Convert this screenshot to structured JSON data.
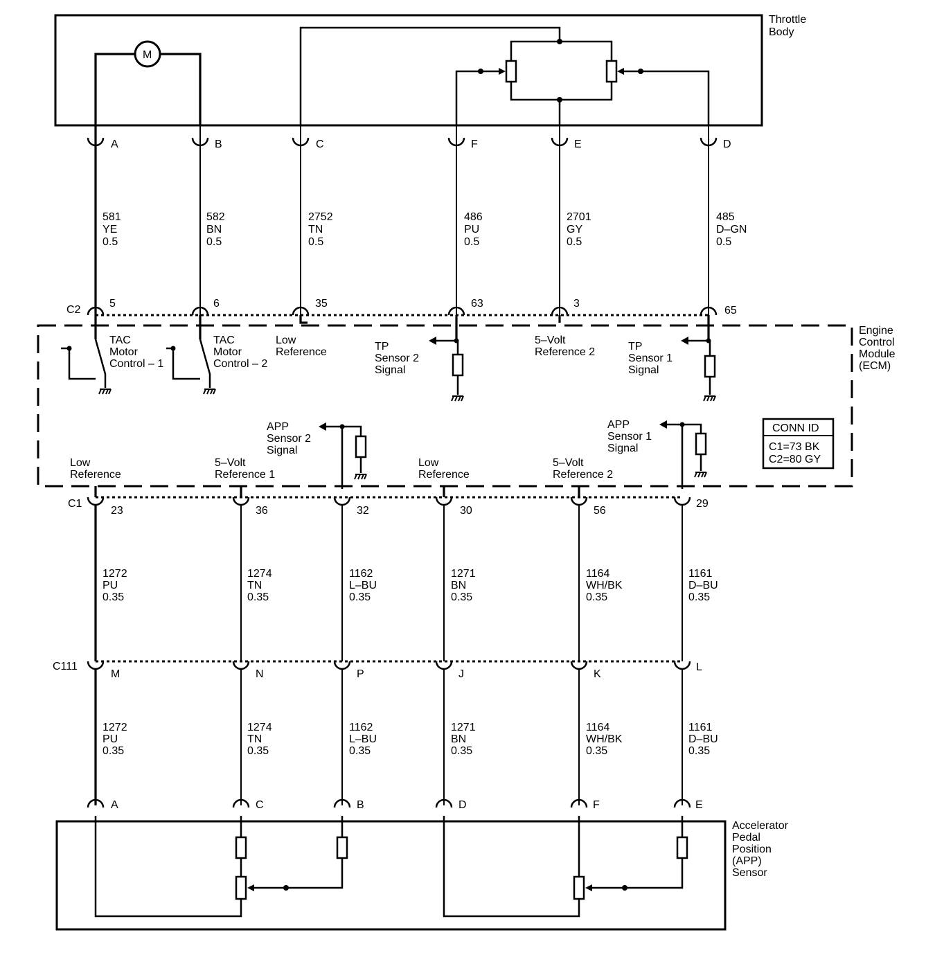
{
  "components": {
    "throttle_body": [
      "Throttle",
      "Body"
    ],
    "ecm": [
      "Engine",
      "Control",
      "Module",
      "(ECM)"
    ],
    "app_sensor": [
      "Accelerator",
      "Pedal",
      "Position",
      "(APP)",
      "Sensor"
    ],
    "motor_symbol": "M"
  },
  "connectors": {
    "c2": "C2",
    "c1": "C1",
    "c111": "C111"
  },
  "throttle_pins": [
    "A",
    "B",
    "C",
    "F",
    "E",
    "D"
  ],
  "upper_wires": [
    {
      "circuit": "581",
      "color": "YE",
      "gauge": "0.5"
    },
    {
      "circuit": "582",
      "color": "BN",
      "gauge": "0.5"
    },
    {
      "circuit": "2752",
      "color": "TN",
      "gauge": "0.5"
    },
    {
      "circuit": "486",
      "color": "PU",
      "gauge": "0.5"
    },
    {
      "circuit": "2701",
      "color": "GY",
      "gauge": "0.5"
    },
    {
      "circuit": "485",
      "color": "D–GN",
      "gauge": "0.5"
    }
  ],
  "c2_pins": [
    "5",
    "6",
    "35",
    "63",
    "3",
    "65"
  ],
  "ecm_upper_labels": {
    "tac1": [
      "TAC",
      "Motor",
      "Control – 1"
    ],
    "tac2": [
      "TAC",
      "Motor",
      "Control – 2"
    ],
    "low_ref": [
      "Low",
      "Reference"
    ],
    "tp2": [
      "TP",
      "Sensor 2",
      "Signal"
    ],
    "ref2": [
      "5–Volt",
      "Reference 2"
    ],
    "tp1": [
      "TP",
      "Sensor 1",
      "Signal"
    ]
  },
  "ecm_lower_labels": {
    "low_ref_a": [
      "Low",
      "Reference"
    ],
    "ref1": [
      "5–Volt",
      "Reference 1"
    ],
    "app2": [
      "APP",
      "Sensor 2",
      "Signal"
    ],
    "low_ref_b": [
      "Low",
      "Reference"
    ],
    "ref2": [
      "5–Volt",
      "Reference 2"
    ],
    "app1": [
      "APP",
      "Sensor 1",
      "Signal"
    ]
  },
  "conn_id": {
    "title": "CONN ID",
    "lines": [
      "C1=73 BK",
      "C2=80 GY"
    ]
  },
  "c1_pins": [
    "23",
    "36",
    "32",
    "30",
    "56",
    "29"
  ],
  "middle_wires": [
    {
      "circuit": "1272",
      "color": "PU",
      "gauge": "0.35"
    },
    {
      "circuit": "1274",
      "color": "TN",
      "gauge": "0.35"
    },
    {
      "circuit": "1162",
      "color": "L–BU",
      "gauge": "0.35"
    },
    {
      "circuit": "1271",
      "color": "BN",
      "gauge": "0.35"
    },
    {
      "circuit": "1164",
      "color": "WH/BK",
      "gauge": "0.35"
    },
    {
      "circuit": "1161",
      "color": "D–BU",
      "gauge": "0.35"
    }
  ],
  "c111_pins": [
    "M",
    "N",
    "P",
    "J",
    "K",
    "L"
  ],
  "lower_wires": [
    {
      "circuit": "1272",
      "color": "PU",
      "gauge": "0.35"
    },
    {
      "circuit": "1274",
      "color": "TN",
      "gauge": "0.35"
    },
    {
      "circuit": "1162",
      "color": "L–BU",
      "gauge": "0.35"
    },
    {
      "circuit": "1271",
      "color": "BN",
      "gauge": "0.35"
    },
    {
      "circuit": "1164",
      "color": "WH/BK",
      "gauge": "0.35"
    },
    {
      "circuit": "1161",
      "color": "D–BU",
      "gauge": "0.35"
    }
  ],
  "app_pins": [
    "A",
    "C",
    "B",
    "D",
    "F",
    "E"
  ]
}
